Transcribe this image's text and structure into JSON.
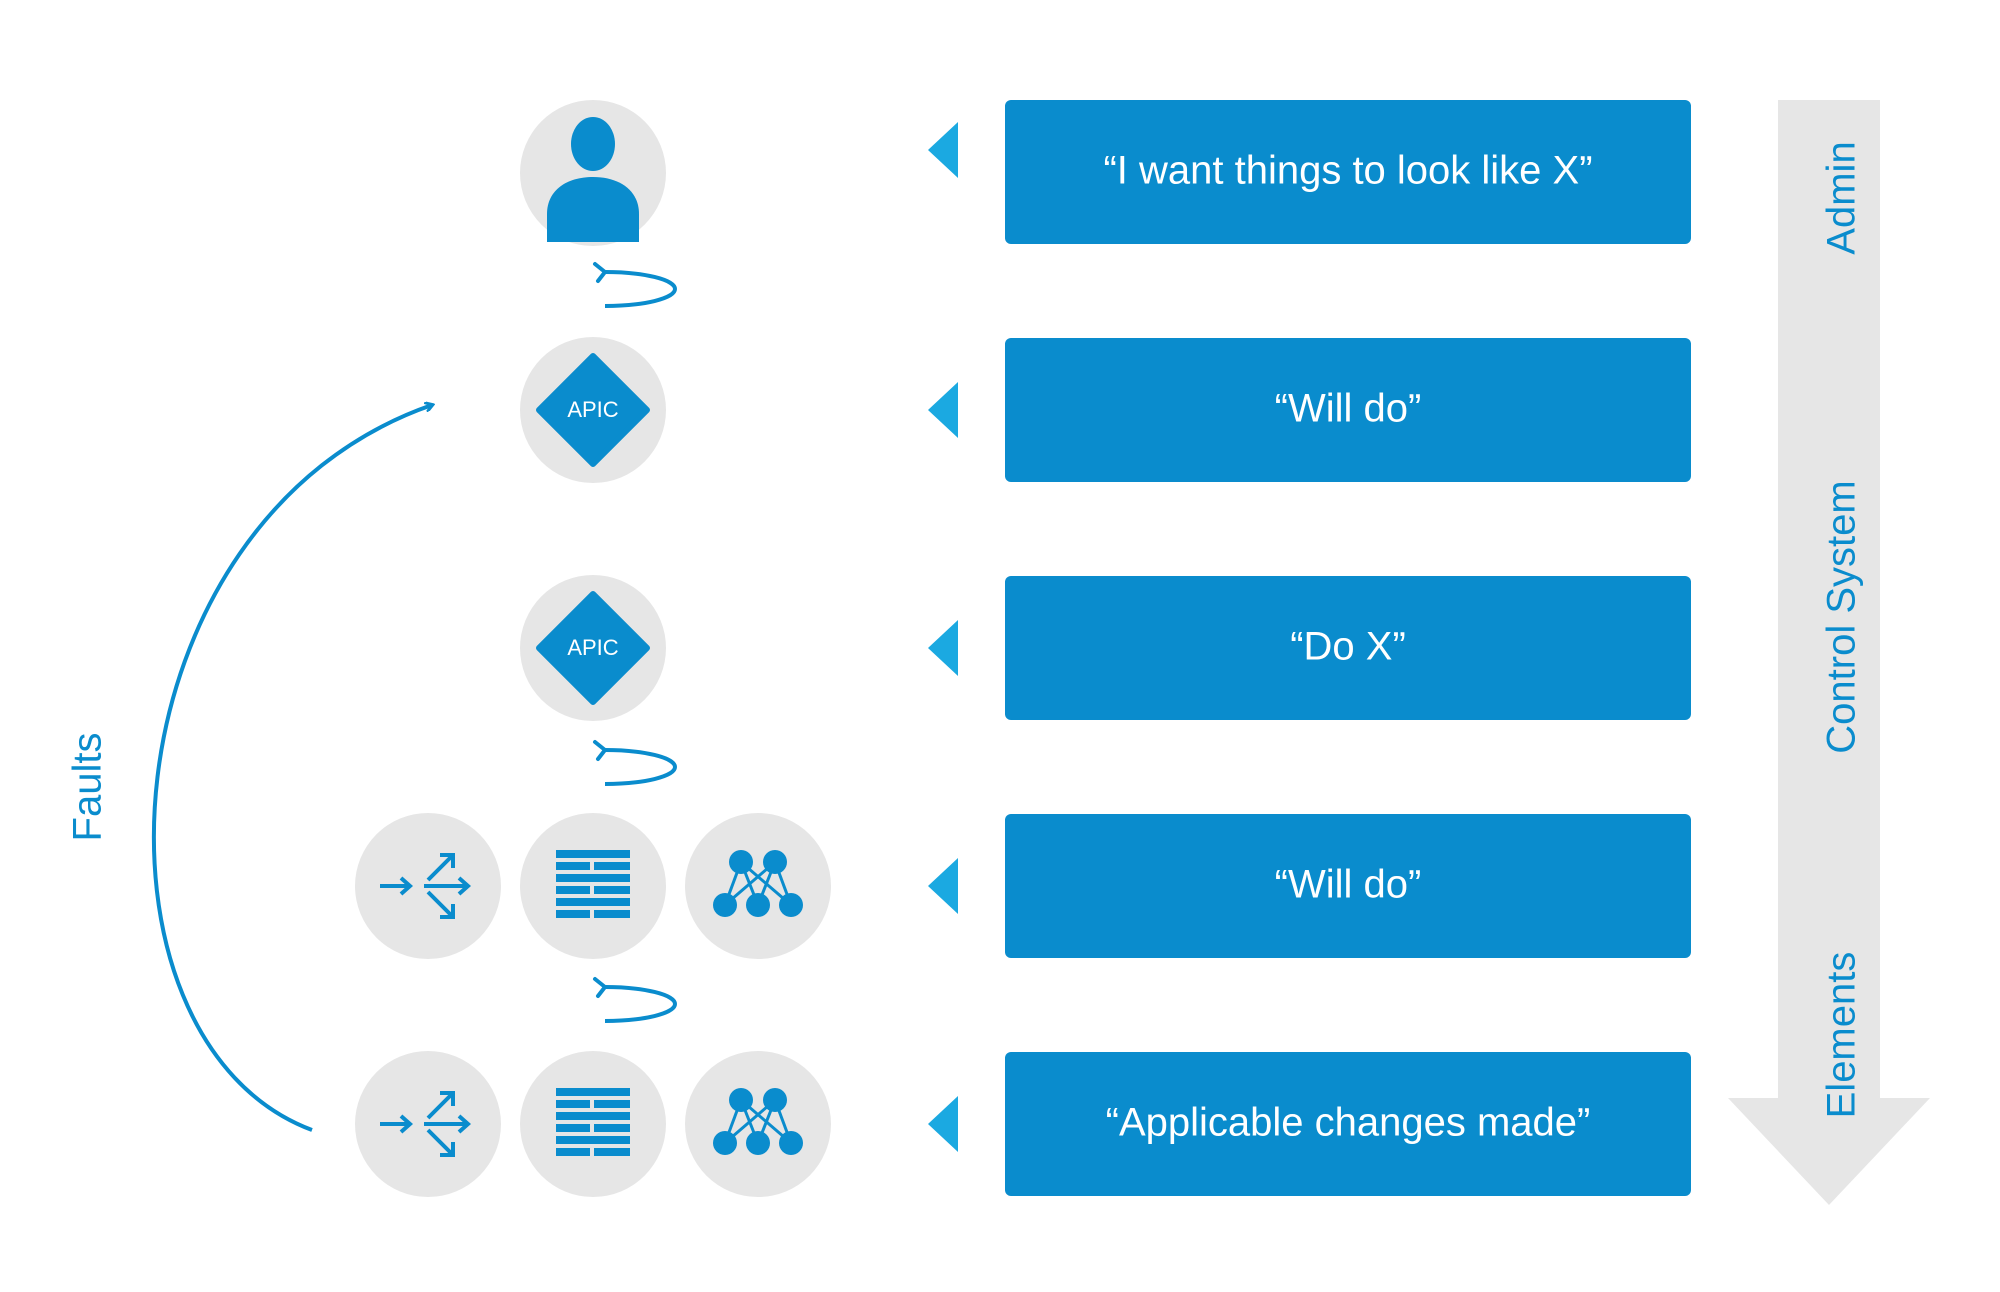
{
  "colors": {
    "primary": "#0a8ccd",
    "pointer": "#1ba9e1",
    "circle_bg": "#e6e6e6",
    "rail_bg": "#e6e6e6",
    "box_text": "#ffffff"
  },
  "messages": [
    "“I want things to look like X”",
    "“Will do”",
    "“Do X”",
    "“Will do”",
    "“Applicable changes made”"
  ],
  "apic_label": "APIC",
  "side_labels": {
    "admin": "Admin",
    "control_system": "Control System",
    "elements": "Elements",
    "faults": "Faults"
  },
  "icons": {
    "admin": "person-icon",
    "controller": "apic-diamond-icon",
    "loop": "refresh-loop-icon",
    "router": "router-arrows-icon",
    "firewall": "firewall-brick-icon",
    "fabric": "network-fabric-icon",
    "pointer": "left-pointer-icon"
  }
}
